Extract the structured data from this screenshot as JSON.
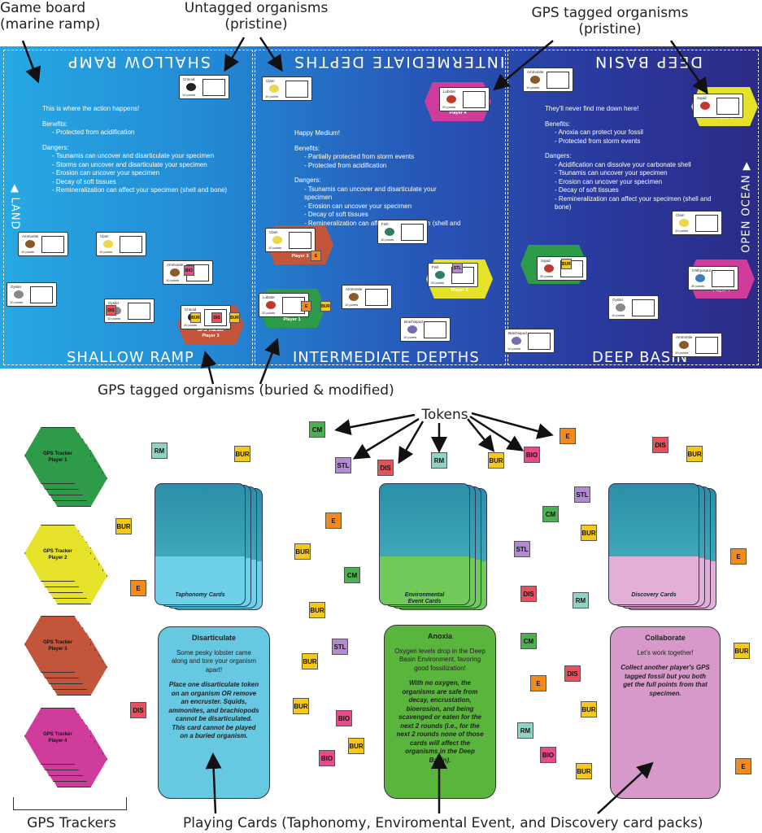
{
  "annotations": {
    "game_board": "Game board\n(marine ramp)",
    "untagged": "Untagged organisms\n(pristine)",
    "gps_pristine": "GPS tagged organisms\n(pristine)",
    "gps_buried": "GPS tagged organisms (buried & modified)",
    "tokens": "Tokens",
    "gps_trackers": "GPS Trackers",
    "playing_cards": "Playing Cards (Taphonomy, Enviromental Event, and Discovery card packs)"
  },
  "board": {
    "zones": [
      {
        "top_label": "SHALLOW RAMP",
        "bottom_label": "SHALLOW RAMP",
        "intro": "This is where the action happens!",
        "benefits_title": "Benefits:",
        "benefits": [
          "- Protected from acidification"
        ],
        "dangers_title": "Dangers:",
        "dangers": [
          "- Tsunamis can uncover and disarticulate your specimen",
          "- Storms can uncover and disarticulate your specimen",
          "- Erosion can uncover your specimen",
          "- Decay of soft tissues",
          "- Remineralization can affect your specimen (shell and bone)"
        ]
      },
      {
        "top_label": "INTERMEDIATE DEPTHS",
        "bottom_label": "INTERMEDIATE DEPTHS",
        "intro": "Happy Medium!",
        "benefits_title": "Benefits:",
        "benefits": [
          "- Partially protected from storm events",
          "- Protected from acidification"
        ],
        "dangers_title": "Dangers:",
        "dangers": [
          "- Tsunamis can uncover and disarticulate your specimen",
          "- Erosion can uncover your specimen",
          "- Decay of soft tissues",
          "- Remineralization can affect your specimen (shell and bone)"
        ]
      },
      {
        "top_label": "DEEP BASIN",
        "bottom_label": "DEEP BASIN",
        "intro": "They'll never find me down here!",
        "benefits_title": "Benefits:",
        "benefits": [
          "- Anoxia can protect your fossil",
          "- Protected from storm events"
        ],
        "dangers_title": "Dangers:",
        "dangers": [
          "- Acidification can dissolve your carbonate shell",
          "- Tsunamis can uncover your specimen",
          "- Erosion can uncover your specimen",
          "- Decay of soft tissues",
          "- Remineralization can affect your specimen (shell and bone)"
        ]
      }
    ],
    "land_label": "LAND",
    "ocean_label": "OPEN OCEAN",
    "organisms": [
      {
        "name": "Crinoid",
        "points": "10 points",
        "color": "#222"
      },
      {
        "name": "Clam",
        "points": "10 points",
        "color": "#e8d84a"
      },
      {
        "name": "Lobster",
        "points": "20 points",
        "color": "#c0392b"
      },
      {
        "name": "Ammonite",
        "points": "10 points",
        "color": "#8a5a2b"
      },
      {
        "name": "Squid",
        "points": "",
        "color": "#c0392b"
      },
      {
        "name": "Ammonite",
        "points": "10 points",
        "color": "#8a5a2b"
      },
      {
        "name": "Clam",
        "points": "10 points",
        "color": "#e8d84a"
      },
      {
        "name": "Ammonite",
        "points": "10 points",
        "color": "#8a5a2b"
      },
      {
        "name": "Oyster",
        "points": "10 points",
        "color": "#888"
      },
      {
        "name": "Oyster",
        "points": "10 points",
        "color": "#888"
      },
      {
        "name": "Clam",
        "points": "10 points",
        "color": "#e8d84a"
      },
      {
        "name": "Fish",
        "points": "10 points",
        "color": "#2f7f5f"
      },
      {
        "name": "Fish",
        "points": "20 points",
        "color": "#2f7f5f"
      },
      {
        "name": "Ammonite",
        "points": "10 points",
        "color": "#8a5a2b"
      },
      {
        "name": "Brachiopod",
        "points": "10 points",
        "color": "#7a6ab0"
      },
      {
        "name": "Clam",
        "points": "10 points",
        "color": "#e8d84a"
      },
      {
        "name": "Squid",
        "points": "30 points",
        "color": "#c0392b"
      },
      {
        "name": "Ichthyosaur",
        "points": "30 points",
        "color": "#3a7fbf"
      },
      {
        "name": "Oyster",
        "points": "10 points",
        "color": "#888"
      },
      {
        "name": "Brachiopod",
        "points": "10 points",
        "color": "#7a6ab0"
      },
      {
        "name": "Ammonite",
        "points": "10 points",
        "color": "#8a5a2b"
      },
      {
        "name": "Crinoid",
        "points": "20 points",
        "color": "#222"
      },
      {
        "name": "Clam",
        "points": "10 points",
        "color": "#e8d84a"
      },
      {
        "name": "Lobster",
        "points": "20 points",
        "color": "#c0392b"
      }
    ],
    "trackers": [
      {
        "label": "GPS Tracker\nPlayer 4",
        "color": "#d03c9c"
      },
      {
        "label": "GPS Tracker\nPlayer 2",
        "color": "#e6e22a"
      },
      {
        "label": "GPS Tracker\nPlayer 3",
        "color": "#c2553a"
      },
      {
        "label": "GPS Tracker\nPlayer 2",
        "color": "#e6e22a"
      },
      {
        "label": "GPS Tracker\nPlayer 1",
        "color": "#2e9b48"
      },
      {
        "label": "GPS Tracker\nPlayer 4",
        "color": "#d03c9c"
      },
      {
        "label": "GPS Tracker\nPlayer 3",
        "color": "#c2553a"
      },
      {
        "label": "GPS Tracker\nPlayer 1",
        "color": "#2e9b48"
      }
    ],
    "small_tokens": [
      "BIO",
      "DIS",
      "BUR",
      "DIS",
      "E",
      "STL",
      "BUR",
      "E",
      "BUR",
      "BUR"
    ]
  },
  "stacks": [
    {
      "label": "GPS Tracker\nPlayer 1",
      "color": "#2e9b48"
    },
    {
      "label": "GPS Tracker\nPlayer 2",
      "color": "#e6e22a"
    },
    {
      "label": "GPS Tracker\nPlayer 3",
      "color": "#c2553a"
    },
    {
      "label": "GPS Tracker\nPlayer 4",
      "color": "#d03c9c"
    }
  ],
  "decks": [
    {
      "label": "Taphonomy Cards",
      "color": "#5cc4e0",
      "band": "#6fd0ea"
    },
    {
      "label": "Environmental\nEvent Cards",
      "color": "#5ab34a",
      "band": "#71c95a"
    },
    {
      "label": "Discovery Cards",
      "color": "#d79ac9",
      "band": "#e2b0d6"
    }
  ],
  "cards": [
    {
      "title": "Disarticulate",
      "body": "Some pesky lobster came along and tore your organism apart!",
      "body2": "Place one disarticulate token on an organism OR remove an encruster. Squids, ammonites, and brachiopods cannot be disarticulated. This card cannot be played on a buried organism.",
      "color": "#67c8e2"
    },
    {
      "title": "Anoxia",
      "body": "Oxygen levels drop in the Deep Basin Environment, favoring good fossilization!",
      "body2": "With no oxygen, the organisms are safe from decay, encrustation, bioerosion, and being scavenged or eaten for the next 2 rounds (i.e., for the next 2 rounds none of those cards will affect the organisms in the Deep Basin).",
      "color": "#5ab53c"
    },
    {
      "title": "Collaborate",
      "body": "Let's work together!",
      "body2": "Collect another player's GPS tagged fossil but you both get the full points from that specimen.",
      "color": "#d799ca"
    }
  ],
  "tokens": [
    {
      "t": "CM",
      "c": "#4caf50"
    },
    {
      "t": "RM",
      "c": "#8fd3c4"
    },
    {
      "t": "BUR",
      "c": "#f7c81c"
    },
    {
      "t": "STL",
      "c": "#b18ad0"
    },
    {
      "t": "DIS",
      "c": "#e8505b"
    },
    {
      "t": "RM",
      "c": "#8fd3c4"
    },
    {
      "t": "BUR",
      "c": "#f7c81c"
    },
    {
      "t": "BIO",
      "c": "#e84b8a"
    },
    {
      "t": "E",
      "c": "#f28a1e"
    },
    {
      "t": "DIS",
      "c": "#e8505b"
    },
    {
      "t": "BUR",
      "c": "#f7c81c"
    },
    {
      "t": "BUR",
      "c": "#f7c81c"
    },
    {
      "t": "E",
      "c": "#f28a1e"
    },
    {
      "t": "BUR",
      "c": "#f7c81c"
    },
    {
      "t": "E",
      "c": "#f28a1e"
    },
    {
      "t": "CM",
      "c": "#4caf50"
    },
    {
      "t": "BUR",
      "c": "#f7c81c"
    },
    {
      "t": "STL",
      "c": "#b18ad0"
    },
    {
      "t": "CM",
      "c": "#4caf50"
    },
    {
      "t": "BUR",
      "c": "#f7c81c"
    },
    {
      "t": "BUR",
      "c": "#f7c81c"
    },
    {
      "t": "BIO",
      "c": "#e84b8a"
    },
    {
      "t": "BUR",
      "c": "#f7c81c"
    },
    {
      "t": "BIO",
      "c": "#e84b8a"
    },
    {
      "t": "STL",
      "c": "#b18ad0"
    },
    {
      "t": "CM",
      "c": "#4caf50"
    },
    {
      "t": "BUR",
      "c": "#f7c81c"
    },
    {
      "t": "STL",
      "c": "#b18ad0"
    },
    {
      "t": "E",
      "c": "#f28a1e"
    },
    {
      "t": "DIS",
      "c": "#e8505b"
    },
    {
      "t": "RM",
      "c": "#8fd3c4"
    },
    {
      "t": "E",
      "c": "#f28a1e"
    },
    {
      "t": "DIS",
      "c": "#e8505b"
    },
    {
      "t": "BUR",
      "c": "#f7c81c"
    },
    {
      "t": "RM",
      "c": "#8fd3c4"
    },
    {
      "t": "BIO",
      "c": "#e84b8a"
    },
    {
      "t": "BUR",
      "c": "#f7c81c"
    },
    {
      "t": "BUR",
      "c": "#f7c81c"
    },
    {
      "t": "DIS",
      "c": "#e8505b"
    },
    {
      "t": "E",
      "c": "#f28a1e"
    },
    {
      "t": "DIS",
      "c": "#e8505b"
    }
  ]
}
